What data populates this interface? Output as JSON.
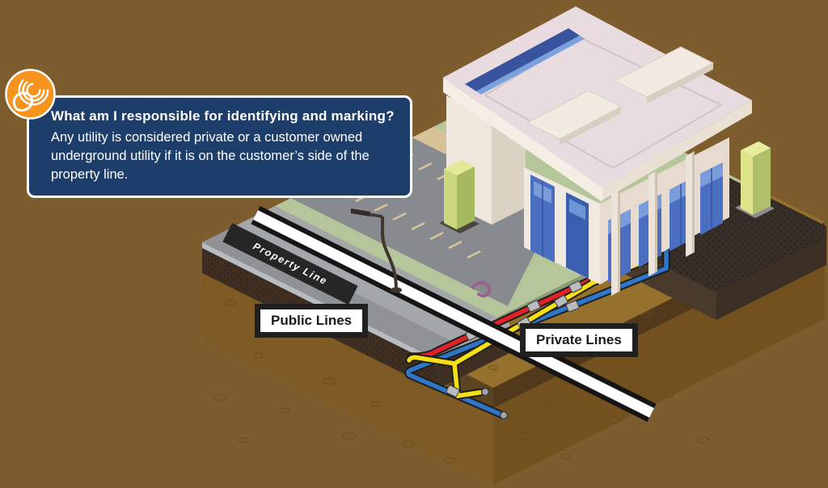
{
  "scene": {
    "background_color": "#7d5c2d",
    "description": "Isometric cutaway of a commercial building lot showing underground utility lines crossing the property line"
  },
  "callout": {
    "title": "What am I responsible for identifying and marking?",
    "body": "Any utility is considered private or a customer owned underground utility if it is on the customer’s side of the property line.",
    "bg_color": "#1d3e6b",
    "border_color": "#ffffff",
    "text_color": "#ffffff"
  },
  "brand_icon": {
    "name": "locate-rings-droplet",
    "bg_color": "#f7941e",
    "glyph_color": "#ffffff"
  },
  "labels": {
    "property_line": "Property Line",
    "public_lines": "Public Lines",
    "private_lines": "Private Lines"
  },
  "diagram_colors": {
    "red_utility_line": "#e02128",
    "blue_utility_line": "#2e77c8",
    "yellow_utility_line": "#f6e015",
    "property_line_stripe": "#ffffff",
    "soil": "#96712d",
    "building_walls": "#efe8dd",
    "building_glass": "#4a6fc0",
    "sidewalk": "#a4a7aa",
    "parking_lot": "#878b8f",
    "landscaping": "#b5c69b",
    "utility_pedestal": "#ccd87d"
  }
}
